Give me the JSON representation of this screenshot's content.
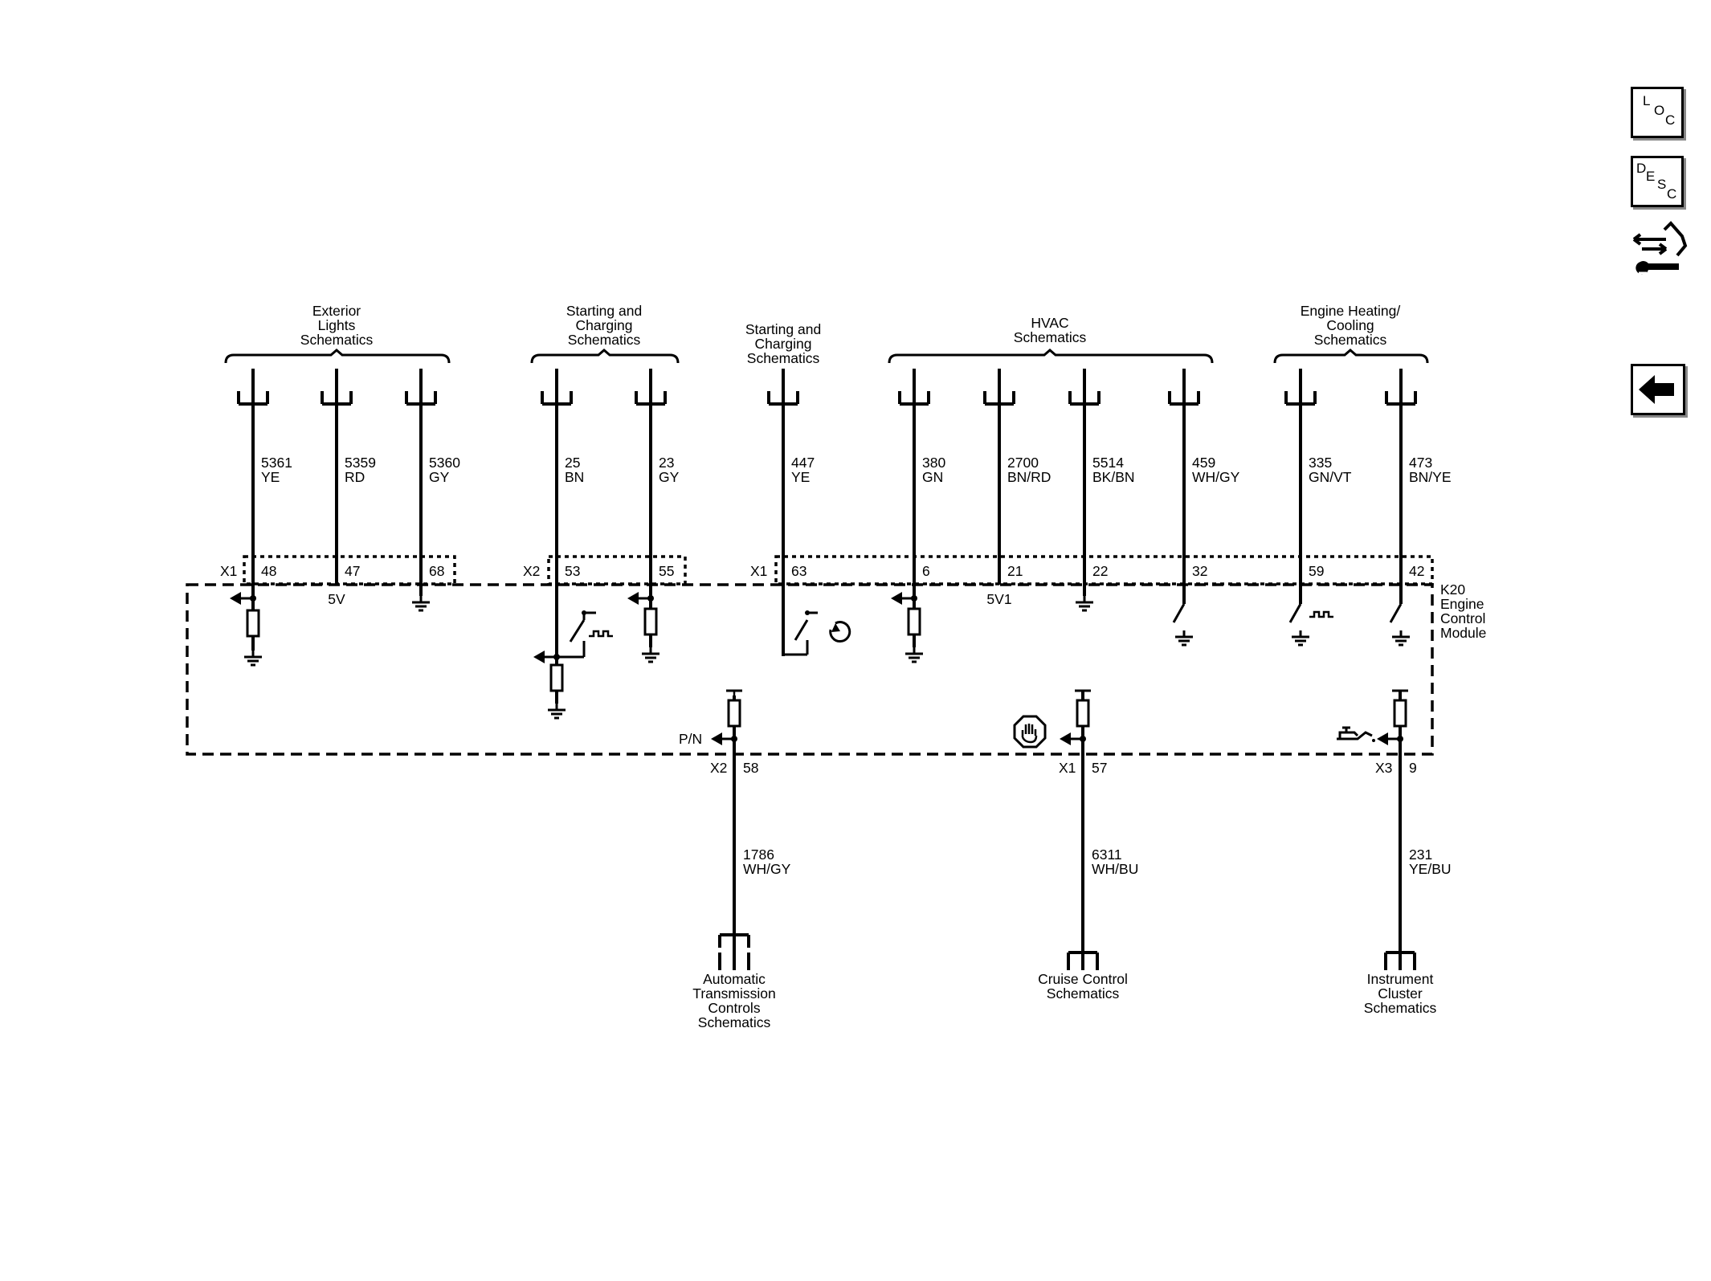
{
  "toolbar": {
    "loc_letters": [
      "L",
      "O",
      "C"
    ],
    "desc_letters": [
      "D",
      "E",
      "S",
      "C"
    ],
    "icons": [
      "loc-icon",
      "desc-icon",
      "connector-tool-icon",
      "back-arrow-icon"
    ]
  },
  "top_groups": [
    {
      "lines": [
        "Exterior",
        "Lights",
        "Schematics"
      ]
    },
    {
      "lines": [
        "Starting and",
        "Charging",
        "Schematics"
      ]
    },
    {
      "lines": [
        "Starting and",
        "Charging",
        "Schematics"
      ]
    },
    {
      "lines": [
        "HVAC",
        "Schematics"
      ]
    },
    {
      "lines": [
        "Engine Heating/",
        "Cooling",
        "Schematics"
      ]
    }
  ],
  "top_wires": [
    {
      "circuit": "5361",
      "color": "YE",
      "pin": "48"
    },
    {
      "circuit": "5359",
      "color": "RD",
      "pin": "47",
      "ref": "5V"
    },
    {
      "circuit": "5360",
      "color": "GY",
      "pin": "68"
    },
    {
      "circuit": "25",
      "color": "BN",
      "pin": "53"
    },
    {
      "circuit": "23",
      "color": "GY",
      "pin": "55"
    },
    {
      "circuit": "447",
      "color": "YE",
      "pin": "63"
    },
    {
      "circuit": "380",
      "color": "GN",
      "pin": "6"
    },
    {
      "circuit": "2700",
      "color": "BN/RD",
      "pin": "21",
      "ref": "5V1"
    },
    {
      "circuit": "5514",
      "color": "BK/BN",
      "pin": "22"
    },
    {
      "circuit": "459",
      "color": "WH/GY",
      "pin": "32"
    },
    {
      "circuit": "335",
      "color": "GN/VT",
      "pin": "59"
    },
    {
      "circuit": "473",
      "color": "BN/YE",
      "pin": "42"
    }
  ],
  "top_connectors": [
    "X1",
    "X2",
    "X1"
  ],
  "module": {
    "lines": [
      "K20",
      "Engine",
      "Control",
      "Module"
    ]
  },
  "bottom_wires": [
    {
      "connector": "X2",
      "pin": "58",
      "circuit": "1786",
      "color": "WH/GY",
      "signal": "P/N",
      "dest": [
        "Automatic",
        "Transmission",
        "Controls",
        "Schematics"
      ]
    },
    {
      "connector": "X1",
      "pin": "57",
      "circuit": "6311",
      "color": "WH/BU",
      "dest": [
        "Cruise Control",
        "Schematics"
      ]
    },
    {
      "connector": "X3",
      "pin": "9",
      "circuit": "231",
      "color": "YE/BU",
      "dest": [
        "Instrument",
        "Cluster",
        "Schematics"
      ]
    }
  ]
}
